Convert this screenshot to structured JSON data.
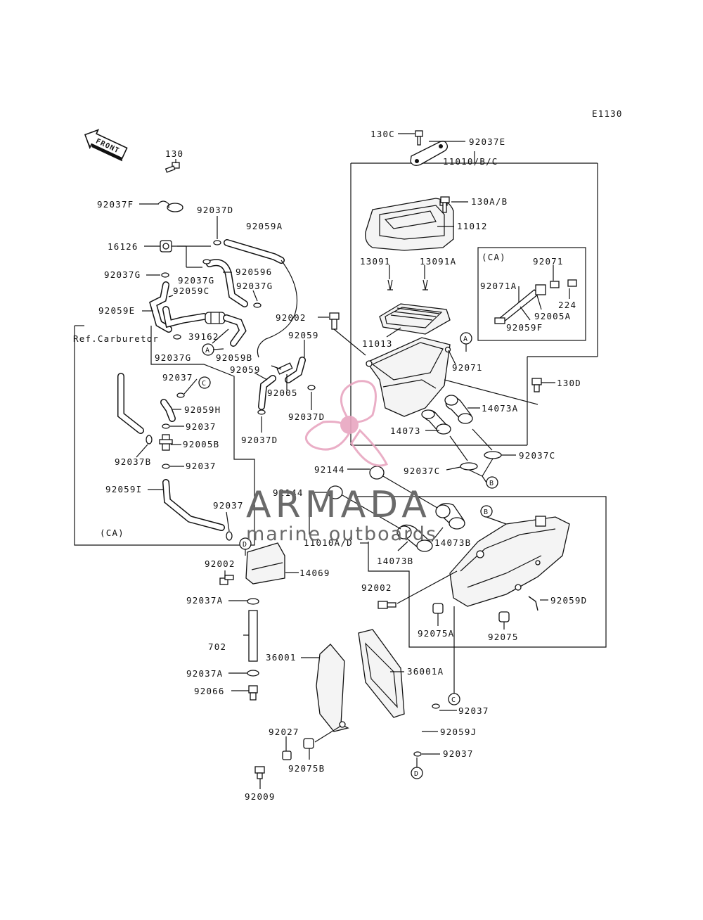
{
  "diagram_code": "E1130",
  "front_label": "FRONT",
  "ref_label": "Ref.Carburetor",
  "ca_label": "(CA)",
  "ca_box_label": "(CA)",
  "watermark": {
    "brand": "ARMADA",
    "tagline": "marine outboards",
    "accent_color": "#e8a6c0",
    "text_color": "#6a6a6a"
  },
  "callouts": {
    "a": "A",
    "b": "B",
    "c": "C",
    "d": "D"
  },
  "parts": {
    "p130C": "130C",
    "p92037E": "92037E",
    "p11010BC": "11010/B/C",
    "p130": "130",
    "p92037F": "92037F",
    "p92037D_top": "92037D",
    "p92059A": "92059A",
    "p130AB": "130A/B",
    "p11012": "11012",
    "p16126": "16126",
    "p920596": "920596",
    "p92037G_a": "92037G",
    "p92037G_b": "92037G",
    "p92037G_c": "92037G",
    "p92037G_d": "92037G",
    "p92059C": "92059C",
    "p92059E": "92059E",
    "p13091": "13091",
    "p13091A": "13091A",
    "p92071_ca": "92071",
    "p92071A": "92071A",
    "p224": "224",
    "p92005A": "92005A",
    "p92059F": "92059F",
    "p92002_a": "92002",
    "p92059_a": "92059",
    "p39162": "39162",
    "p92059B": "92059B",
    "p11013": "11013",
    "p92071": "92071",
    "p92059_b": "92059",
    "p92005": "92005",
    "p92037": "92037",
    "p92059H": "92059H",
    "p92037_b": "92037",
    "p92005B": "92005B",
    "p92037B": "92037B",
    "p92037_c": "92037",
    "p92037D_mid": "92037D",
    "p92037D_low": "92037D",
    "p130D": "130D",
    "p14073A": "14073A",
    "p14073": "14073",
    "p92037C_a": "92037C",
    "p92037C_b": "92037C",
    "p92144_a": "92144",
    "p92144_b": "92144",
    "p92059I": "92059I",
    "p92037_d": "92037",
    "p11010AD": "11010A/D",
    "p14073B_a": "14073B",
    "p14073B_b": "14073B",
    "p92002_b": "92002",
    "p14069": "14069",
    "p92002_c": "92002",
    "p92059D": "92059D",
    "p92037A_a": "92037A",
    "p92075A": "92075A",
    "p92075": "92075",
    "p702": "702",
    "p36001": "36001",
    "p36001A": "36001A",
    "p92037A_b": "92037A",
    "p92066": "92066",
    "p92037_e": "92037",
    "p92059J": "92059J",
    "p92027": "92027",
    "p92075B": "92075B",
    "p92037_f": "92037",
    "p92009": "92009"
  }
}
